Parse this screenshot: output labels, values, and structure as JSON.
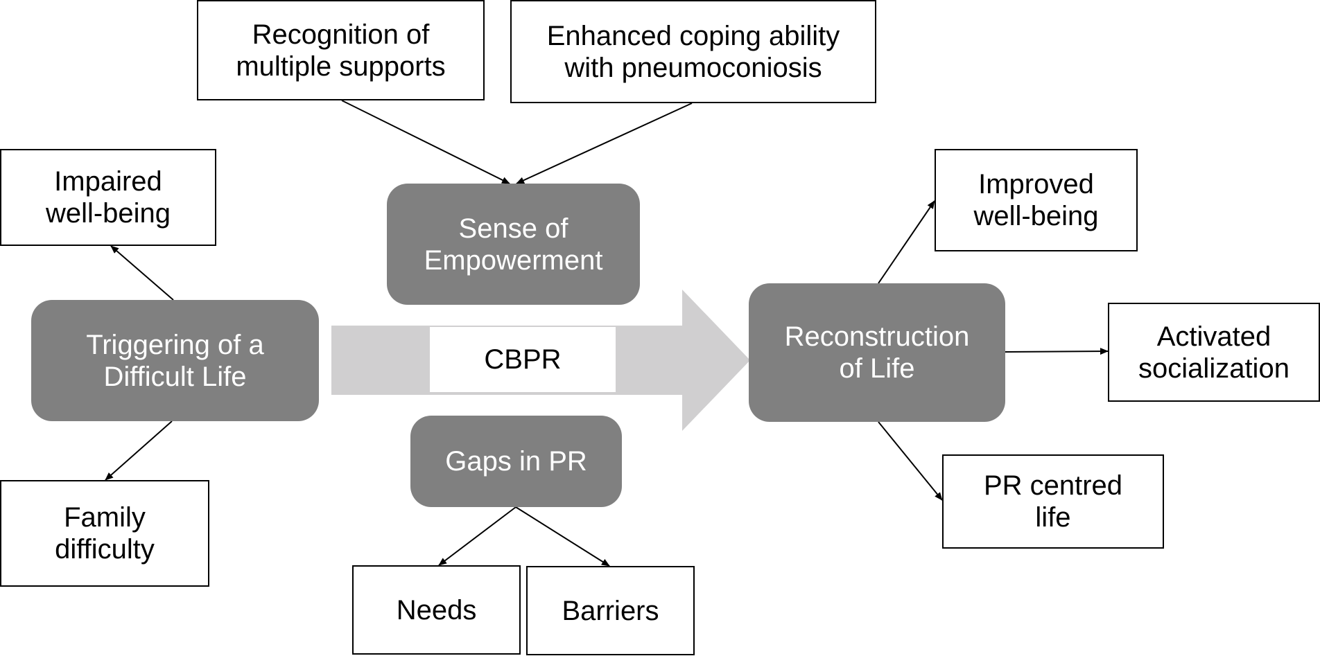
{
  "colors": {
    "node_fill": "#808080",
    "node_text": "#ffffff",
    "box_border": "#000000",
    "arrow_fill": "#d0cfd0",
    "edge": "#000000"
  },
  "nodes": {
    "recognition": "Recognition of\nmultiple supports",
    "coping": "Enhanced coping ability\nwith pneumoconiosis",
    "impaired": "Impaired\nwell-being",
    "empowerment": "Sense of\nEmpowerment",
    "triggering": "Triggering of a\nDifficult Life",
    "cbpr": "CBPR",
    "gaps": "Gaps in PR",
    "family": "Family\ndifficulty",
    "needs": "Needs",
    "barriers": "Barriers",
    "improved": "Improved\nwell-being",
    "reconstruction": "Reconstruction\nof Life",
    "activated": "Activated\nsocialization",
    "pr_centred": "PR centred\nlife"
  },
  "edges": [
    {
      "from": "recognition",
      "to": "empowerment"
    },
    {
      "from": "coping",
      "to": "empowerment"
    },
    {
      "from": "triggering",
      "to": "impaired"
    },
    {
      "from": "triggering",
      "to": "family"
    },
    {
      "from": "gaps",
      "to": "needs"
    },
    {
      "from": "gaps",
      "to": "barriers"
    },
    {
      "from": "reconstruction",
      "to": "improved"
    },
    {
      "from": "reconstruction",
      "to": "activated"
    },
    {
      "from": "reconstruction",
      "to": "pr_centred"
    }
  ]
}
